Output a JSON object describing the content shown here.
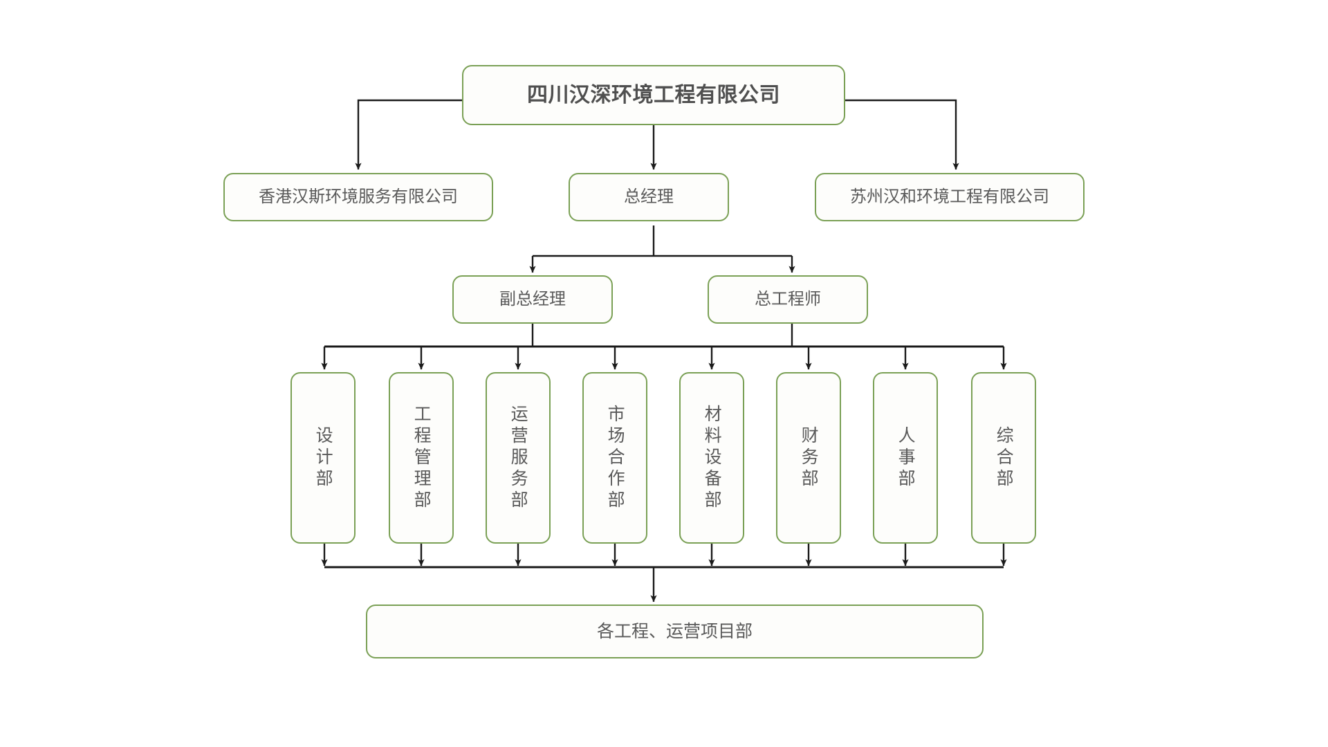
{
  "diagram": {
    "title_box": {
      "label": "四川汉深环境工程有限公司"
    },
    "subsidiaries": [
      {
        "label": "香港汉斯环境服务有限公司"
      },
      {
        "label": "苏州汉和环境工程有限公司"
      }
    ],
    "general_manager": {
      "label": "总经理"
    },
    "managers": [
      {
        "label": "副总经理"
      },
      {
        "label": "总工程师"
      }
    ],
    "departments": [
      {
        "label": "设计部"
      },
      {
        "label": "工程管理部"
      },
      {
        "label": "运营服务部"
      },
      {
        "label": "市场合作部"
      },
      {
        "label": "材料设备部"
      },
      {
        "label": "财务部"
      },
      {
        "label": "人事部"
      },
      {
        "label": "综合部"
      }
    ],
    "project_box": {
      "label": "各工程、运营项目部"
    },
    "colors": {
      "node_border": "#7aa055",
      "node_fill": "#fdfdfb",
      "text": "#595959",
      "title_text": "#4f4f4f",
      "connector": "#1a1a1a",
      "background": "#ffffff"
    }
  }
}
